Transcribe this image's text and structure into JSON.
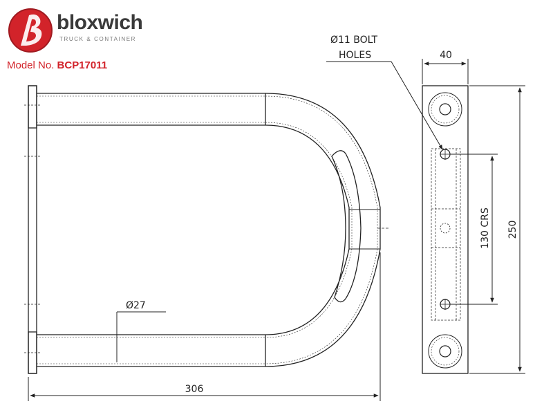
{
  "brand": {
    "name": "bloxwich",
    "tagline": "TRUCK & CONTAINER",
    "logo_color": "#d2232a"
  },
  "model": {
    "label": "Model No.",
    "number": "BCP17011"
  },
  "drawing": {
    "dim_overall_length": "306",
    "dim_tube_diameter": "Ø27",
    "dim_plate_width": "40",
    "dim_plate_height": "250",
    "dim_hole_centres": "130 CRS",
    "bolt_hole_note_line1": "Ø11 BOLT",
    "bolt_hole_note_line2": "HOLES"
  }
}
